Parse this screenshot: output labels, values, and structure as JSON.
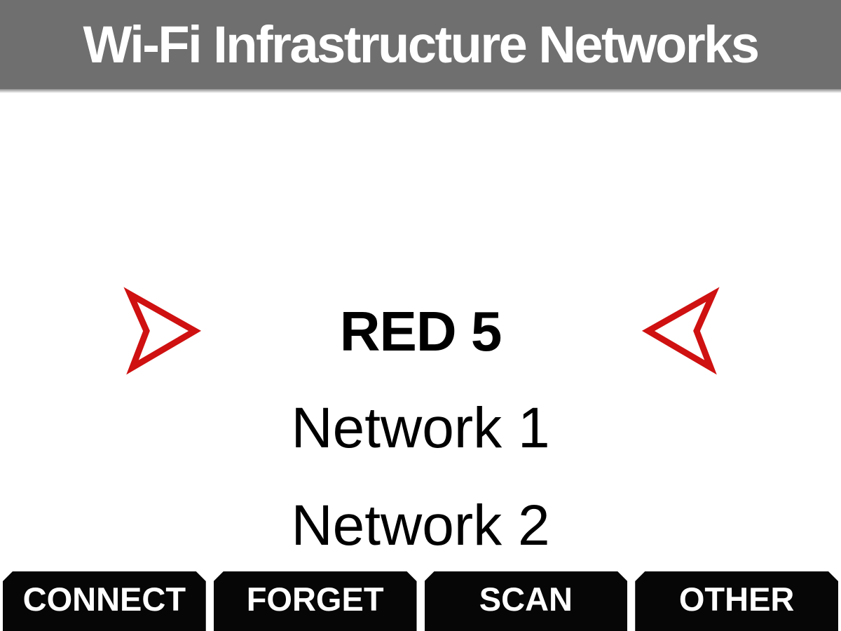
{
  "title_bar": {
    "title": "Wi-Fi Infrastructure Networks",
    "bg_color": "#6f6f6f",
    "text_color": "#ffffff"
  },
  "network_list": {
    "selected_ssid": "RED 5",
    "items": [
      {
        "label": "RED 5",
        "selected": true
      },
      {
        "label": "Network 1",
        "selected": false
      },
      {
        "label": "Network 2",
        "selected": false
      }
    ]
  },
  "selection_arrows": {
    "color": "#cf1111",
    "left_icon": "arrow-right-dart",
    "right_icon": "arrow-left-dart"
  },
  "action_bar": {
    "bg_color": "#060606",
    "text_color": "#ffffff",
    "buttons": [
      {
        "label": "CONNECT"
      },
      {
        "label": "FORGET"
      },
      {
        "label": "SCAN"
      },
      {
        "label": "OTHER"
      }
    ]
  }
}
